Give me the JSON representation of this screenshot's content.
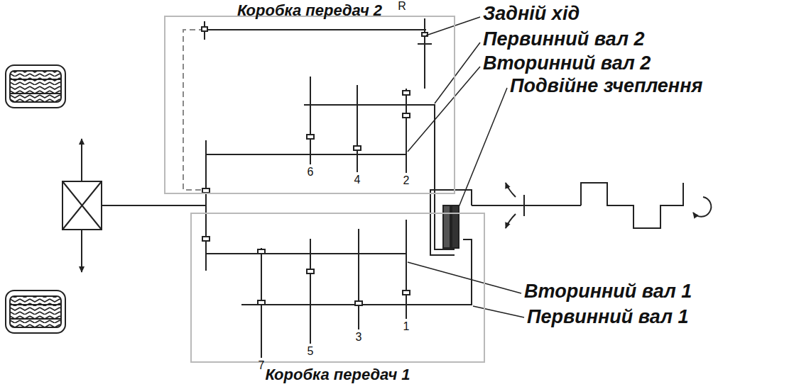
{
  "diagram": {
    "nodes": [
      {
        "text": [
          "Коробка передач 2"
        ]
      },
      {
        "text": [
          "Коробка передач 1"
        ]
      }
    ],
    "labels": [
      "R",
      "Задній хід",
      "Первинний вал 2",
      "Вторинний вал 2",
      "Подвійне зчеплення",
      "6",
      "4",
      "2",
      "Вторинний вал 1",
      "Первинний вал 1",
      "7",
      "5",
      "3",
      "1"
    ]
  }
}
